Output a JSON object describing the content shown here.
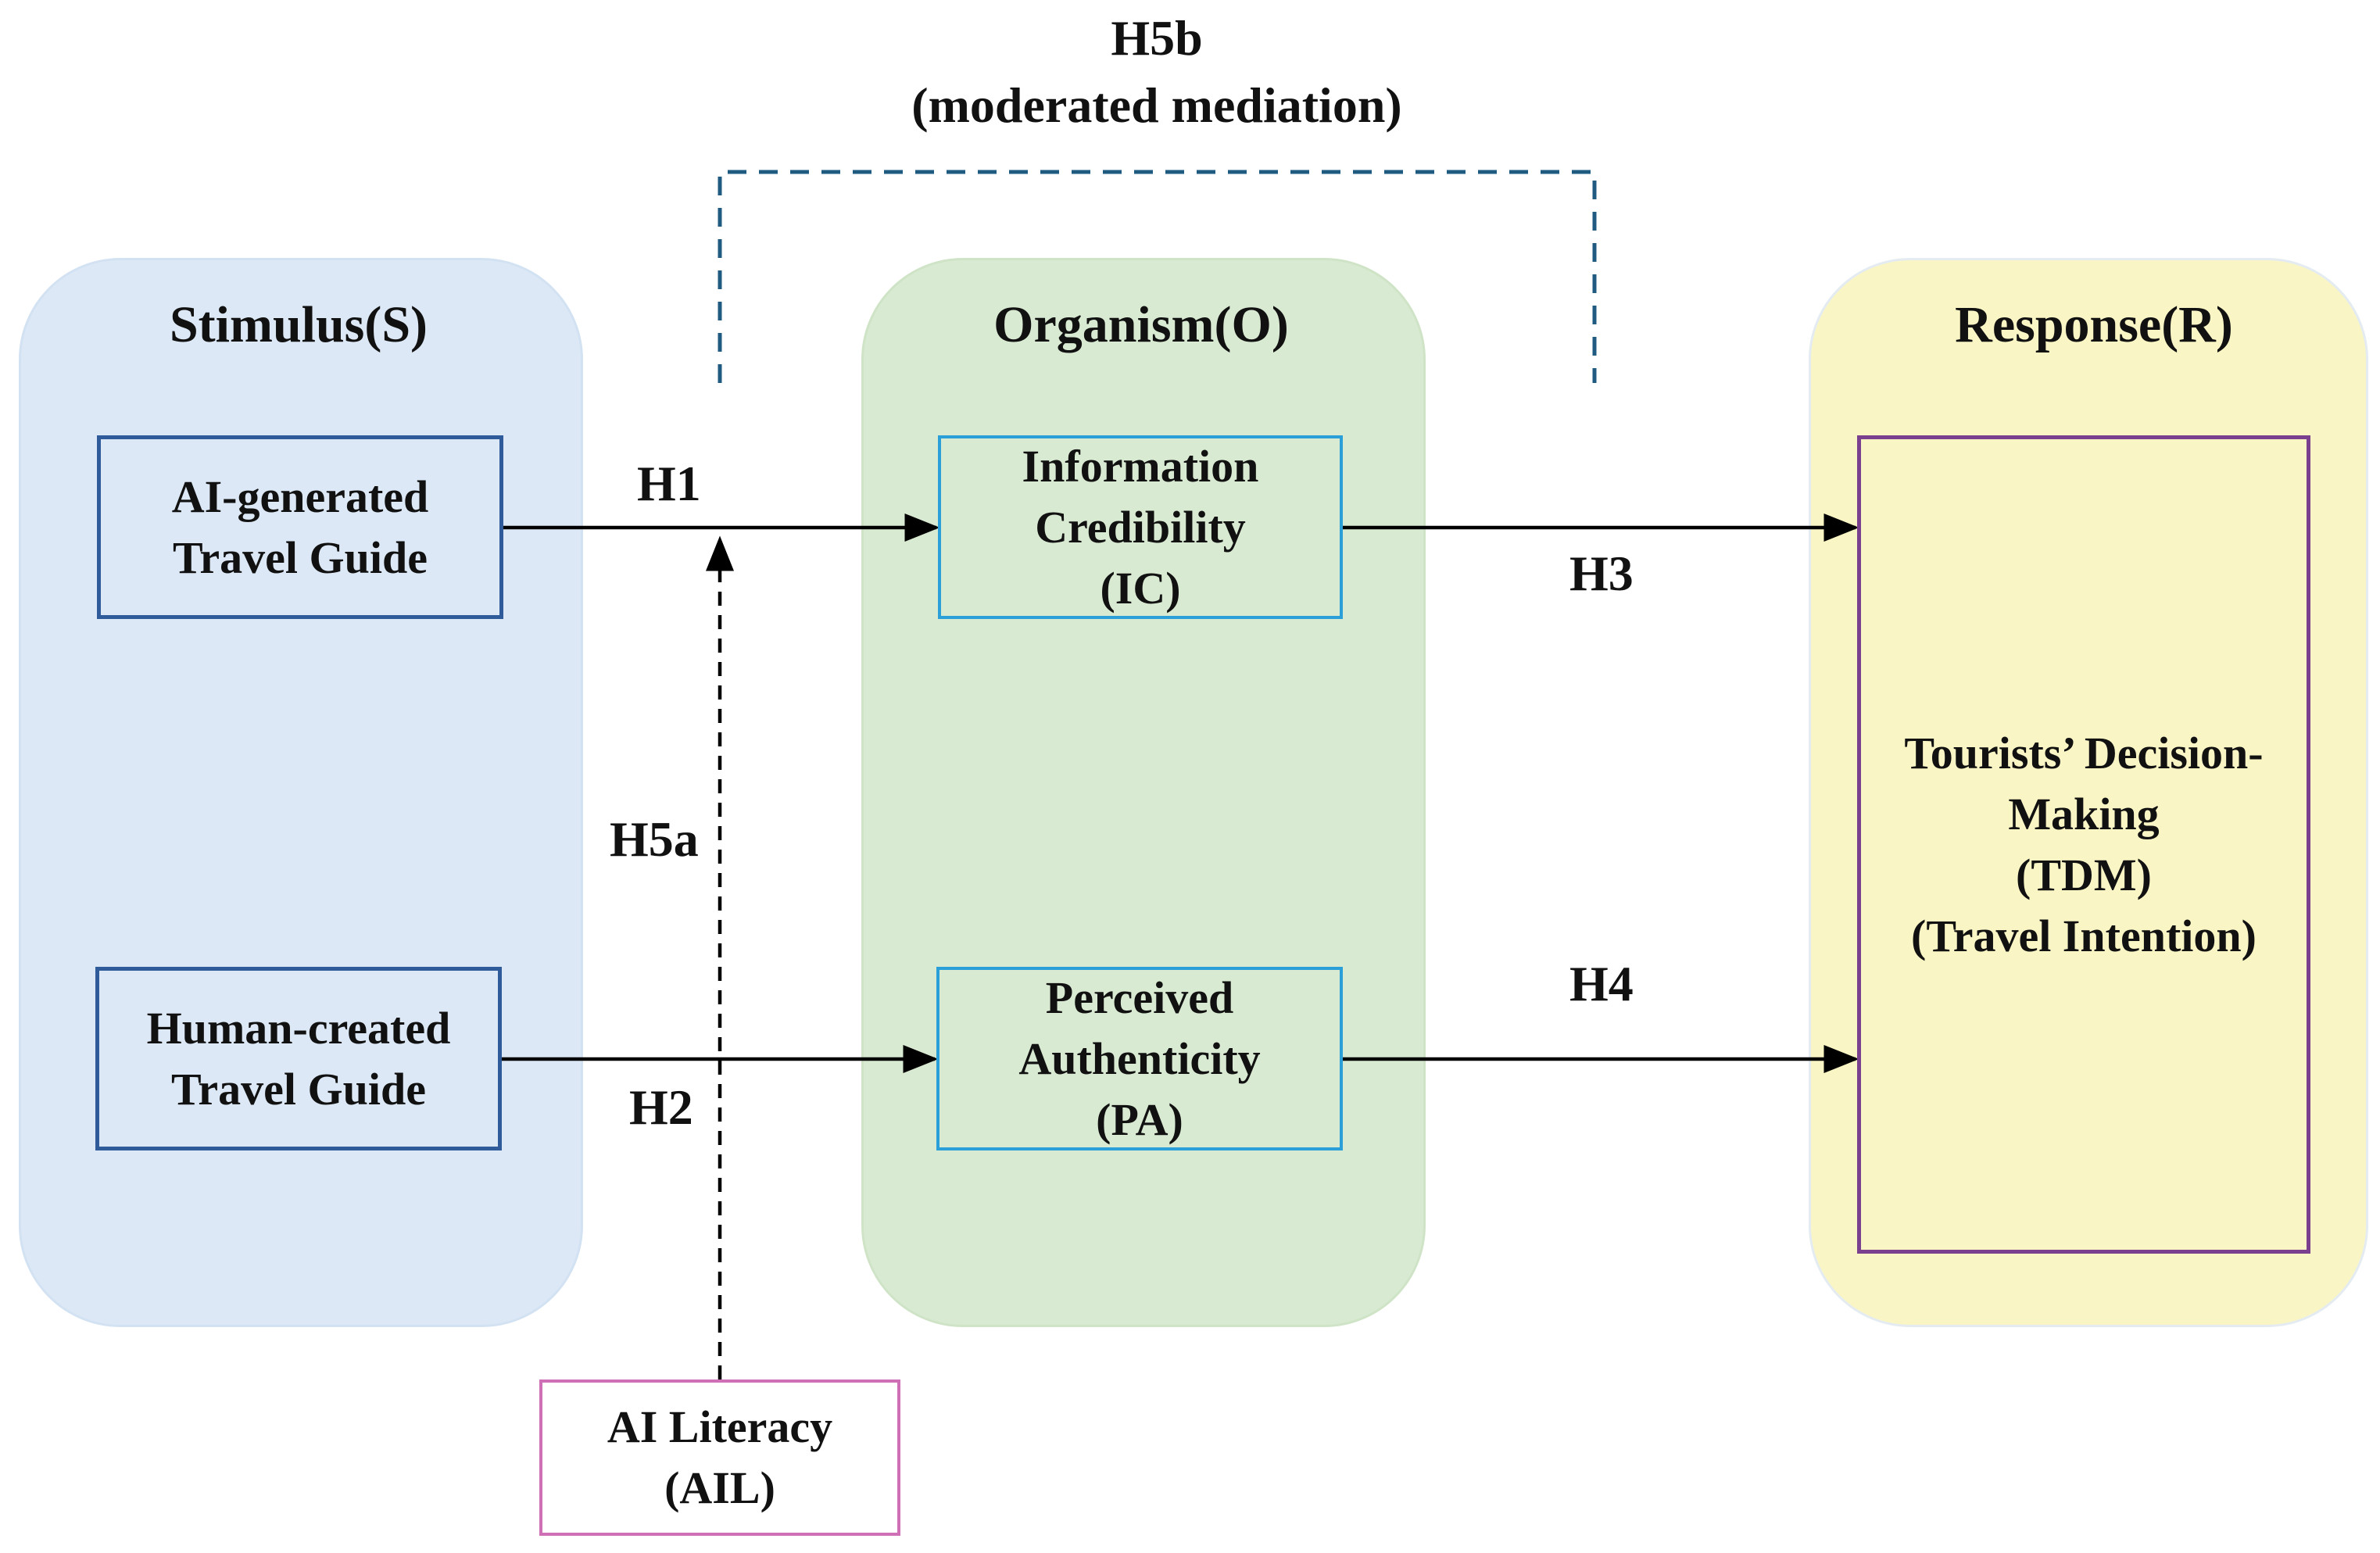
{
  "panels": {
    "stimulus": {
      "title": "Stimulus(S)"
    },
    "organism": {
      "title": "Organism(O)"
    },
    "response": {
      "title": "Response(R)"
    }
  },
  "nodes": {
    "ai_guide": {
      "lines": [
        "AI-generated",
        "Travel Guide"
      ]
    },
    "human_guide": {
      "lines": [
        "Human-created",
        "Travel Guide"
      ]
    },
    "ic": {
      "lines": [
        "Information",
        "Credibility",
        "(IC)"
      ]
    },
    "pa": {
      "lines": [
        "Perceived",
        "Authenticity",
        "(PA)"
      ]
    },
    "tdm": {
      "lines": [
        "Tourists’ Decision-",
        "Making",
        "(TDM)",
        "(Travel Intention)"
      ]
    },
    "ail": {
      "lines": [
        "AI Literacy",
        "(AIL)"
      ]
    }
  },
  "hypotheses": {
    "h1": "H1",
    "h2": "H2",
    "h3": "H3",
    "h4": "H4",
    "h5a": "H5a",
    "h5b": "H5b",
    "h5b_note": "(moderated mediation)"
  },
  "colors": {
    "stimulus_panel": "#dce8f5",
    "organism_panel": "#d9ead2",
    "response_panel": "#faf5c5",
    "stimulus_box_border": "#2f5b9a",
    "organism_box_border": "#2a9fd8",
    "response_box_border": "#7a3f8e",
    "moderator_box_border": "#cf6fb5",
    "dashed_bracket": "#1f5a80",
    "arrow": "#000000"
  }
}
